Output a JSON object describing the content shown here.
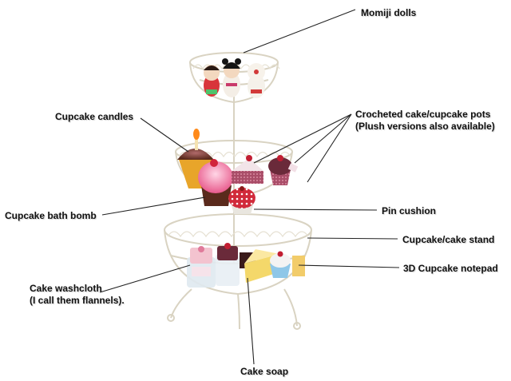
{
  "labels": {
    "momiji_dolls": "Momiji dolls",
    "cupcake_candles": "Cupcake candles",
    "crocheted_pots": {
      "line1": "Crocheted cake/cupcake pots",
      "line2": "(Plush versions also available)"
    },
    "cupcake_bath_bomb": "Cupcake bath bomb",
    "pin_cushion": "Pin cushion",
    "cupcake_cake_stand": "Cupcake/cake stand",
    "cupcake_notepad": "3D Cupcake notepad",
    "cake_washcloth": {
      "line1": "Cake washcloth",
      "line2": "(I call them flannels)."
    },
    "cake_soap": "Cake soap"
  },
  "colors": {
    "background": "#ffffff",
    "label_text": "#111111",
    "leader_line": "#222222",
    "wire_stand": "#d9d3c2",
    "cupcake_pink": "#e85a8c",
    "cupcake_brown": "#5a2a1c",
    "pin_cushion_red": "#d12a3a",
    "candle_wrapper": "#e8a52a"
  }
}
